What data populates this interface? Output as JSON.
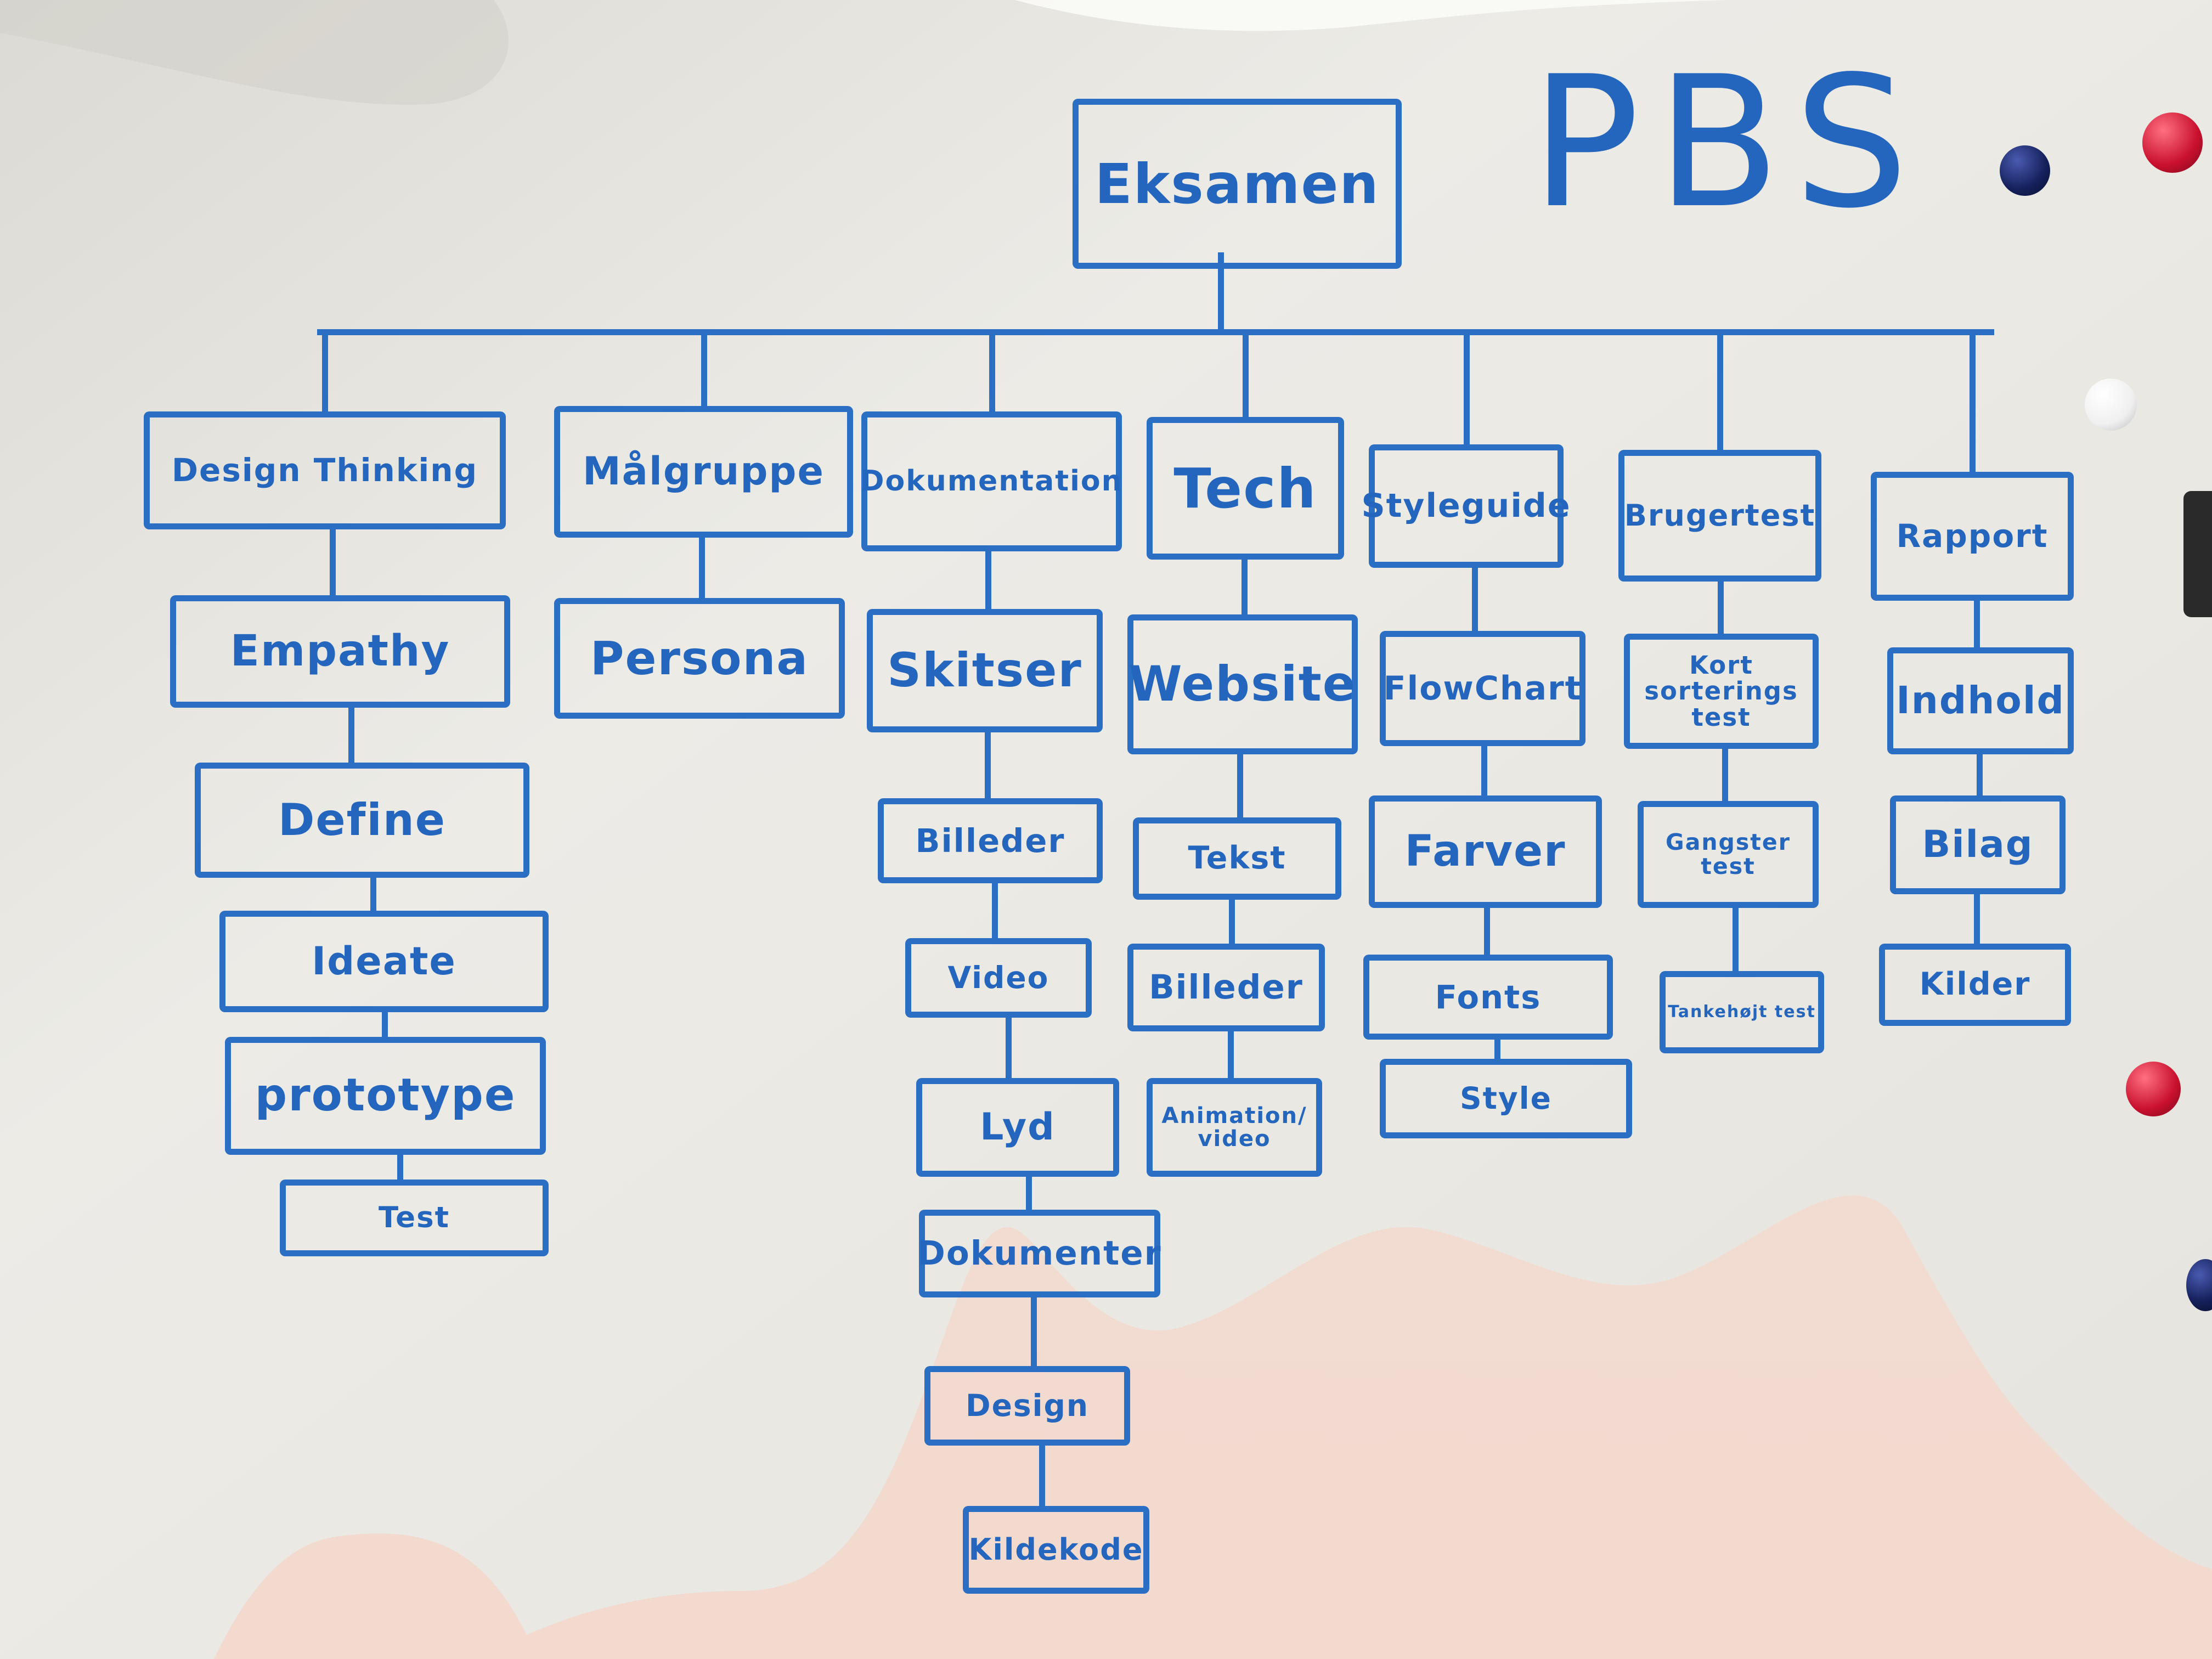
{
  "title": "PBS",
  "root": "Eksamen",
  "columns": [
    {
      "heading": "Design Thinking",
      "items": [
        "Empathy",
        "Define",
        "Ideate",
        "prototype",
        "Test"
      ]
    },
    {
      "heading": "Målgruppe",
      "items": [
        "Persona"
      ]
    },
    {
      "heading": "Dokumentation",
      "items": [
        "Skitser",
        "Billeder",
        "Video",
        "Lyd",
        "Dokumenter",
        "Design",
        "Kildekode"
      ]
    },
    {
      "heading": "Tech",
      "items": [
        "Website",
        "Tekst",
        "Billeder",
        "Animation/ video"
      ]
    },
    {
      "heading": "Styleguide",
      "items": [
        "FlowChart",
        "Farver",
        "Fonts",
        "Style"
      ]
    },
    {
      "heading": "Brugertest",
      "items": [
        "Kort sorterings test",
        "Gangster test",
        "Tankehøjt test"
      ]
    },
    {
      "heading": "Rapport",
      "items": [
        "Indhold",
        "Bilag",
        "Kilder"
      ]
    }
  ],
  "colors": {
    "marker": "#2b6fc4",
    "board": "#ebe9e3",
    "wall": "#f0ddd3",
    "magnet_red": "#c8102e",
    "magnet_navy": "#14205a",
    "magnet_white": "#fafafa"
  }
}
